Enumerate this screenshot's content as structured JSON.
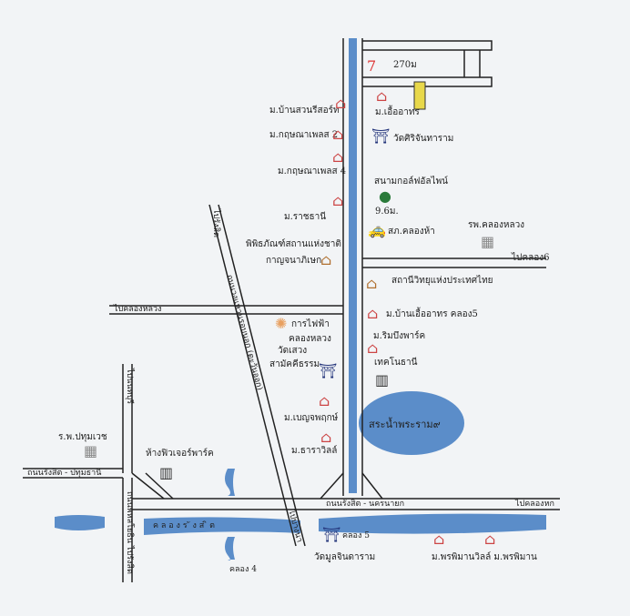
{
  "labels": {
    "dist_270": "270ม",
    "baan_suan_resort": "ม.บ้านสวนรีสอร์ท",
    "krisana_2": "ม.กฤษณาเพลส 2",
    "krisana_4": "ม.กฤษณาเพลส 4",
    "ratchathani": "ม.ราชธานี",
    "eua_arthorn": "ม.เอื้ออาทร",
    "wat_siri": "วัดศิริจันทาราม",
    "golf": "สนามกอล์ฟอัลไพน์",
    "dist_96": "9.6ม.",
    "police": "สภ.คลองห้า",
    "hospital_klongluang": "รพ.คลองหลวง",
    "to_klong6": "ไปคลอง6",
    "museum": "พิพิธภัณฑ์สถานแห่งชาติ",
    "museum_2": "กาญจนาภิเษก",
    "radio": "สถานีวิทยุแห่งประเทศไทย",
    "to_klongluang": "ไปคลองหลวง",
    "electric": "การไฟฟ้า",
    "electric_2": "คลองหลวง",
    "wat_sawaeng": "วัดเสวง",
    "wat_sawaeng_2": "สามัคคีธรรม",
    "eua_arthorn_k5": "ม.บ้านเอื้ออาทร คลอง5",
    "rimbueng": "ม.ริมบึงพาร์ค",
    "technopolis": "เทคโนธานี",
    "lake": "สระน้ำพระราม๙",
    "benjapruk": "ม.เบญจพฤกษ์",
    "tharaville": "ม.ธาราวิลล์",
    "pathumvech": "ร.พ.ปทุมเวช",
    "future_park": "ห้างฟิวเจอร์พาร์ค",
    "rangsit_pathum": "ถนนรังสิต - ปทุมธานี",
    "rangsit_nakhon": "ถนนรังสิต - นครนายก",
    "to_klonghok": "ไปคลองหก",
    "klong_rangsit": "ค ล อ ง ร ั ง ส ิ ต",
    "klong5": "คลอง 5",
    "wat_moon": "วัดมูลจินดาราม",
    "pornpiman": "ม.พรพิมานวิลล์ ม.พรพิมาน",
    "klong4": "คลอง 4",
    "phahonyothin": "ถนนพหลโยธิน",
    "to_nonthaburi": "ไปนนทบุรี",
    "to_rangsit": "ไปรังสิต",
    "ring_road": "ถนนวงแหวนรอบนอก (ตะวันออก)",
    "to_rangsit_top": "ไปรังสิต",
    "to_bangna": "ไปบางนา"
  },
  "colors": {
    "water": "#5b8dc9",
    "road": "#222222",
    "background": "#f2f4f6"
  }
}
